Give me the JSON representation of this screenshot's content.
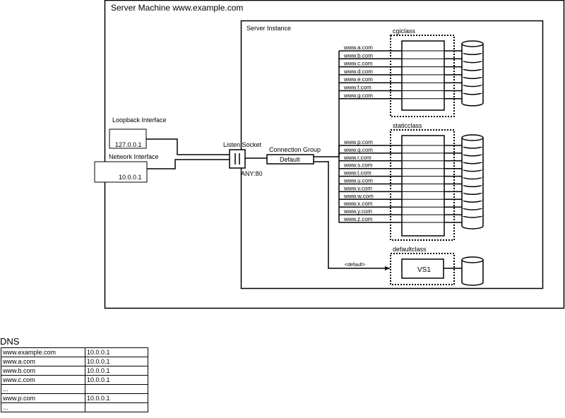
{
  "machine": {
    "title": "Server Machine www.example.com"
  },
  "instance": {
    "title": "Server Instance"
  },
  "loopback": {
    "title": "Loopback Interface",
    "ip": "127.0.0.1"
  },
  "network": {
    "title": "Network Interface",
    "ip": "10.0.0.1"
  },
  "listen_socket": {
    "title": "Listen Socket",
    "address": "ANY:80"
  },
  "connection_group": {
    "title": "Connection Group",
    "name": "Default"
  },
  "classes": {
    "cgi": {
      "name": "cgiclass",
      "hosts": [
        "www.a.com",
        "www.b.com",
        "www.c.com",
        "www.d.com",
        "www.e.com",
        "www.f.com",
        "www.g.com"
      ]
    },
    "static": {
      "name": "staticclass",
      "hosts": [
        "www.p.com",
        "www.q.com",
        "www.r.com",
        "www.s.com",
        "www.t.com",
        "www.u.com",
        "www.v.com",
        "www.w.com",
        "www.x.com",
        "www.y.com",
        "www.z.com"
      ]
    },
    "default": {
      "name": "defaultclass",
      "route": "<default>",
      "vs": "VS1"
    }
  },
  "dns": {
    "title": "DNS",
    "rows": [
      {
        "host": "www.example.com",
        "ip": "10.0.0.1"
      },
      {
        "host": "www.a.com",
        "ip": "10.0.0.1"
      },
      {
        "host": "www.b.com",
        "ip": "10.0.0.1"
      },
      {
        "host": "www.c.com",
        "ip": "10.0.0.1"
      },
      {
        "host": "...",
        "ip": ""
      },
      {
        "host": "www.p.com",
        "ip": "10.0.0.1"
      },
      {
        "host": "...",
        "ip": ""
      }
    ]
  }
}
